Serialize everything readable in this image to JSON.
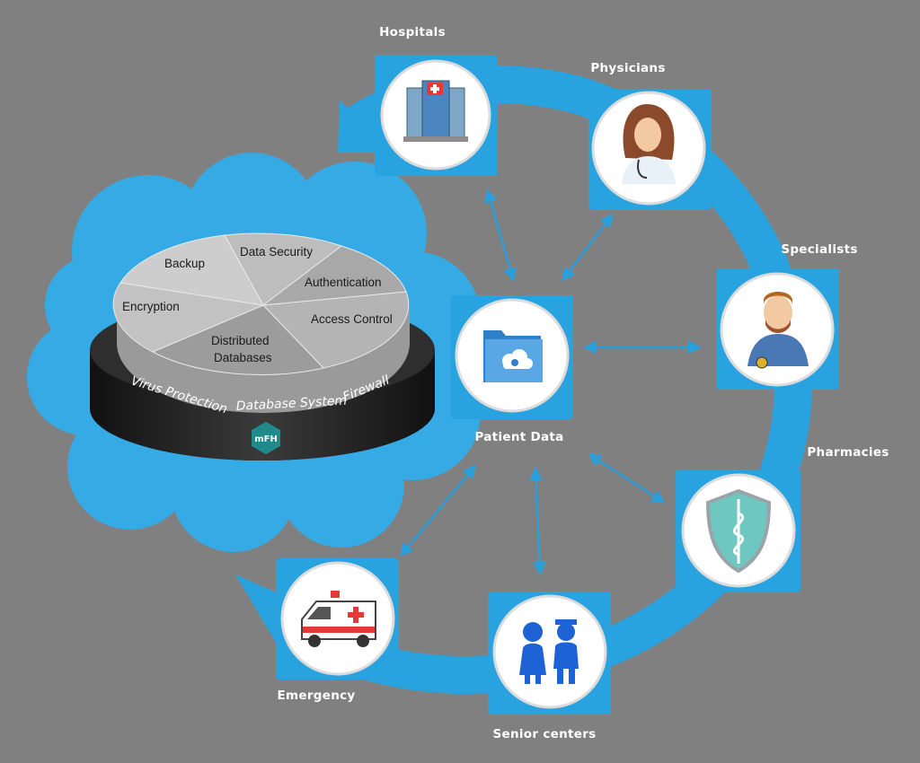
{
  "nodes": [
    {
      "label": "Hospitals",
      "icon": "hospital-icon"
    },
    {
      "label": "Physicians",
      "icon": "physician-icon"
    },
    {
      "label": "Specialists",
      "icon": "specialist-icon"
    },
    {
      "label": "Pharmacies",
      "icon": "pharmacy-shield-icon"
    },
    {
      "label": "Senior centers",
      "icon": "seniors-icon"
    },
    {
      "label": "Emergency",
      "icon": "ambulance-icon"
    }
  ],
  "center": {
    "label": "Patient Data",
    "icon": "cloud-folder-icon"
  },
  "database": {
    "segments": [
      "Backup",
      "Data Security",
      "Authentication",
      "Access Control",
      "Distributed",
      "Databases",
      "Encryption"
    ],
    "band": [
      "Virus Protection",
      "Database System",
      "Firewall"
    ],
    "badge": "mFH"
  },
  "colors": {
    "background": "#808080",
    "ring": "#29a3e0",
    "cloud": "#36aae4",
    "arrow": "#2b9fdc",
    "pie": "#bdbdbd",
    "base": "#262626"
  }
}
